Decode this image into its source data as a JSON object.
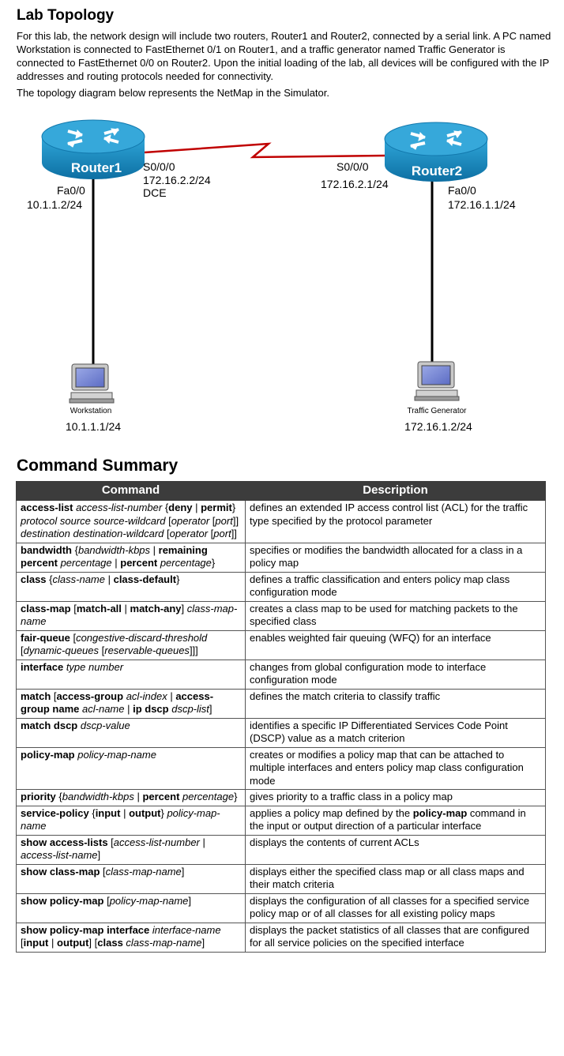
{
  "lab": {
    "title": "Lab Topology",
    "intro": "For this lab, the network design will include two routers, Router1 and Router2, connected by a serial link. A PC named Workstation is connected to FastEthernet 0/1 on Router1, and a traffic generator named Traffic Generator is connected to FastEthernet 0/0 on Router2. Upon the initial loading of the lab, all devices will be configured with the IP addresses and routing protocols needed for connectivity.",
    "intro2": "The topology diagram below represents the NetMap in the Simulator."
  },
  "diagram": {
    "router1": {
      "name": "Router1",
      "serial_if": "S0/0/0",
      "serial_ip": "172.16.2.2/24",
      "serial_note": "DCE",
      "fa_if": "Fa0/0",
      "fa_ip": "10.1.1.2/24"
    },
    "router2": {
      "name": "Router2",
      "serial_if": "S0/0/0",
      "serial_ip": "172.16.2.1/24",
      "fa_if": "Fa0/0",
      "fa_ip": "172.16.1.1/24"
    },
    "workstation": {
      "name": "Workstation",
      "ip": "10.1.1.1/24"
    },
    "traffic_generator": {
      "name": "Traffic Generator",
      "ip": "172.16.1.2/24"
    },
    "colors": {
      "router": "#1a8fc4",
      "serial_link": "#c00000",
      "ethernet_link": "#000000"
    },
    "icons": [
      "router-icon",
      "pc-icon"
    ]
  },
  "summary": {
    "title": "Command Summary",
    "headers": [
      "Command",
      "Description"
    ],
    "rows": [
      {
        "cmd": [
          [
            "b",
            "access-list"
          ],
          [
            "i",
            " access-list-number "
          ],
          [
            "t",
            "{"
          ],
          [
            "b",
            "deny"
          ],
          [
            "t",
            " | "
          ],
          [
            "b",
            "permit"
          ],
          [
            "t",
            "} "
          ],
          [
            "i",
            "protocol source source-wildcard"
          ],
          [
            "t",
            " ["
          ],
          [
            "i",
            "operator"
          ],
          [
            "t",
            " ["
          ],
          [
            "i",
            "port"
          ],
          [
            "t",
            "]] "
          ],
          [
            "i",
            "destination destination-wildcard"
          ],
          [
            "t",
            " ["
          ],
          [
            "i",
            "operator"
          ],
          [
            "t",
            " ["
          ],
          [
            "i",
            "port"
          ],
          [
            "t",
            "]]"
          ]
        ],
        "desc": [
          [
            "t",
            "defines an extended IP access control list (ACL) for the traffic type specified by the protocol parameter"
          ]
        ]
      },
      {
        "cmd": [
          [
            "b",
            "bandwidth"
          ],
          [
            "t",
            " {"
          ],
          [
            "i",
            "bandwidth-kbps"
          ],
          [
            "t",
            " | "
          ],
          [
            "b",
            "remaining percent"
          ],
          [
            "i",
            " percentage"
          ],
          [
            "t",
            " | "
          ],
          [
            "b",
            "percent"
          ],
          [
            "i",
            " percentage"
          ],
          [
            "t",
            "}"
          ]
        ],
        "desc": [
          [
            "t",
            "specifies or modifies the bandwidth allocated for a class in a policy map"
          ]
        ]
      },
      {
        "cmd": [
          [
            "b",
            "class"
          ],
          [
            "t",
            " {"
          ],
          [
            "i",
            "class-name"
          ],
          [
            "t",
            " | "
          ],
          [
            "b",
            "class-default"
          ],
          [
            "t",
            "}"
          ]
        ],
        "desc": [
          [
            "t",
            "defines a traffic classification and enters policy map class configuration mode"
          ]
        ]
      },
      {
        "cmd": [
          [
            "b",
            "class-map"
          ],
          [
            "t",
            " ["
          ],
          [
            "b",
            "match-all"
          ],
          [
            "t",
            " | "
          ],
          [
            "b",
            "match-any"
          ],
          [
            "t",
            "] "
          ],
          [
            "i",
            "class-map-name"
          ]
        ],
        "desc": [
          [
            "t",
            "creates a class map to be used for matching packets to the specified class"
          ]
        ]
      },
      {
        "cmd": [
          [
            "b",
            "fair-queue"
          ],
          [
            "t",
            " ["
          ],
          [
            "i",
            "congestive-discard-threshold"
          ],
          [
            "t",
            " ["
          ],
          [
            "i",
            "dynamic-queues"
          ],
          [
            "t",
            " ["
          ],
          [
            "i",
            "reservable-queues"
          ],
          [
            "t",
            "]]]"
          ]
        ],
        "desc": [
          [
            "t",
            "enables weighted fair queuing (WFQ) for an interface"
          ]
        ]
      },
      {
        "cmd": [
          [
            "b",
            "interface"
          ],
          [
            "i",
            " type number"
          ]
        ],
        "desc": [
          [
            "t",
            "changes from global configuration mode to interface configuration mode"
          ]
        ]
      },
      {
        "cmd": [
          [
            "b",
            "match"
          ],
          [
            "t",
            " ["
          ],
          [
            "b",
            "access-group"
          ],
          [
            "i",
            " acl-index"
          ],
          [
            "t",
            " | "
          ],
          [
            "b",
            "access-group name"
          ],
          [
            "i",
            " acl-name"
          ],
          [
            "t",
            " | "
          ],
          [
            "b",
            "ip dscp"
          ],
          [
            "i",
            " dscp-list"
          ],
          [
            "t",
            "]"
          ]
        ],
        "desc": [
          [
            "t",
            "defines the match criteria to classify traffic"
          ]
        ]
      },
      {
        "cmd": [
          [
            "b",
            "match dscp"
          ],
          [
            "i",
            " dscp-value"
          ]
        ],
        "desc": [
          [
            "t",
            "identifies a specific IP Differentiated Services Code Point (DSCP) value as a match criterion"
          ]
        ]
      },
      {
        "cmd": [
          [
            "b",
            "policy-map"
          ],
          [
            "i",
            " policy-map-name"
          ]
        ],
        "desc": [
          [
            "t",
            "creates or modifies a policy map that can be attached to multiple interfaces and enters policy map class configuration mode"
          ]
        ]
      },
      {
        "cmd": [
          [
            "b",
            "priority"
          ],
          [
            "t",
            " {"
          ],
          [
            "i",
            "bandwidth-kbps"
          ],
          [
            "t",
            " | "
          ],
          [
            "b",
            "percent"
          ],
          [
            "i",
            " percentage"
          ],
          [
            "t",
            "}"
          ]
        ],
        "desc": [
          [
            "t",
            "gives priority to a traffic class in a policy map"
          ]
        ]
      },
      {
        "cmd": [
          [
            "b",
            "service-policy"
          ],
          [
            "t",
            " {"
          ],
          [
            "b",
            "input"
          ],
          [
            "t",
            " | "
          ],
          [
            "b",
            "output"
          ],
          [
            "t",
            "} "
          ],
          [
            "i",
            "policy-map-name"
          ]
        ],
        "desc": [
          [
            "t",
            "applies a policy map defined by the "
          ],
          [
            "b",
            "policy-map"
          ],
          [
            "t",
            " command in the input or output direction of a particular interface"
          ]
        ]
      },
      {
        "cmd": [
          [
            "b",
            "show access-lists"
          ],
          [
            "t",
            " ["
          ],
          [
            "i",
            "access-list-number"
          ],
          [
            "t",
            " | "
          ],
          [
            "i",
            "access-list-name"
          ],
          [
            "t",
            "]"
          ]
        ],
        "desc": [
          [
            "t",
            "displays the contents of current ACLs"
          ]
        ]
      },
      {
        "cmd": [
          [
            "b",
            "show class-map"
          ],
          [
            "t",
            " ["
          ],
          [
            "i",
            "class-map-name"
          ],
          [
            "t",
            "]"
          ]
        ],
        "desc": [
          [
            "t",
            "displays either the specified class map or all class maps and their match criteria"
          ]
        ]
      },
      {
        "cmd": [
          [
            "b",
            "show policy-map"
          ],
          [
            "t",
            " ["
          ],
          [
            "i",
            "policy-map-name"
          ],
          [
            "t",
            "]"
          ]
        ],
        "desc": [
          [
            "t",
            "displays the configuration of all classes for a specified service policy map or of all classes for all existing policy maps"
          ]
        ]
      },
      {
        "cmd": [
          [
            "b",
            "show policy-map interface"
          ],
          [
            "i",
            " interface-name"
          ],
          [
            "t",
            " ["
          ],
          [
            "b",
            "input"
          ],
          [
            "t",
            " | "
          ],
          [
            "b",
            "output"
          ],
          [
            "t",
            "] ["
          ],
          [
            "b",
            "class"
          ],
          [
            "i",
            " class-map-name"
          ],
          [
            "t",
            "]"
          ]
        ],
        "desc": [
          [
            "t",
            "displays the packet statistics of all classes that are configured for all service policies on the specified interface"
          ]
        ]
      }
    ]
  }
}
